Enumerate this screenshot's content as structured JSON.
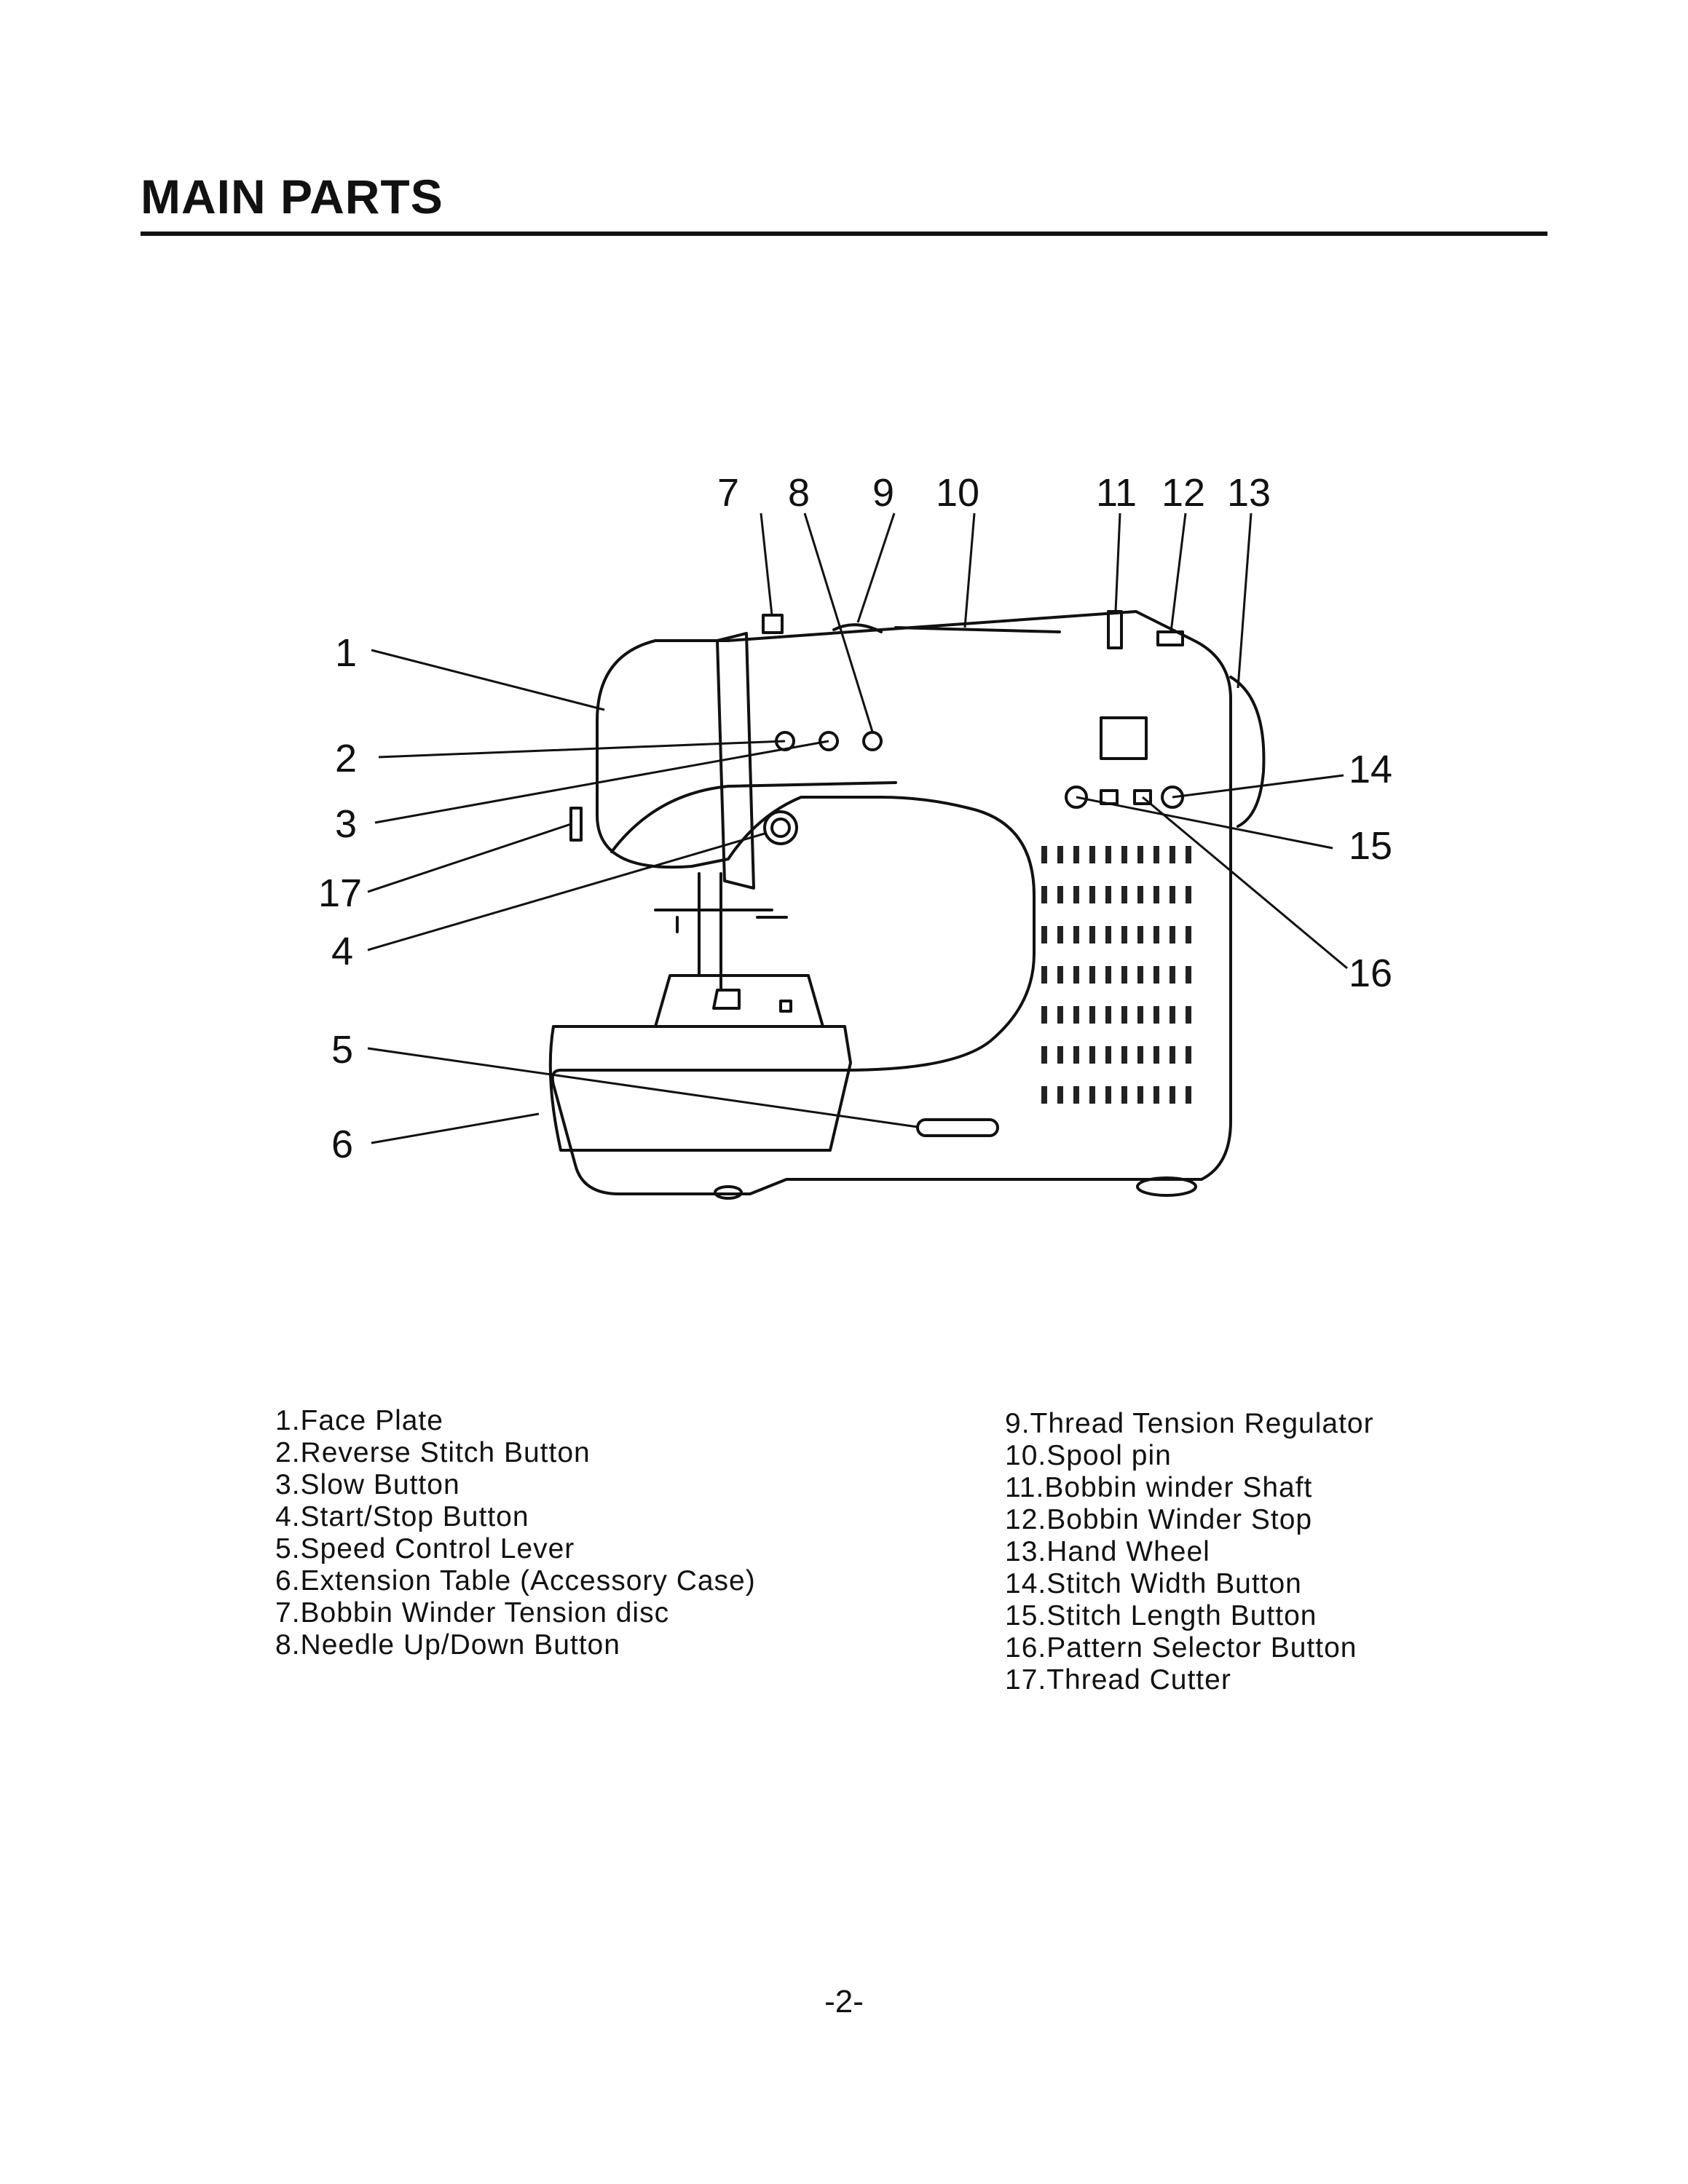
{
  "header": {
    "title": "MAIN PARTS"
  },
  "callouts": [
    "1",
    "2",
    "3",
    "4",
    "5",
    "6",
    "7",
    "8",
    "9",
    "10",
    "11",
    "12",
    "13",
    "14",
    "15",
    "16",
    "17"
  ],
  "parts_left": [
    "1.Face Plate",
    "2.Reverse Stitch Button",
    "3.Slow Button",
    "4.Start/Stop Button",
    "5.Speed Control Lever",
    "6.Extension Table (Accessory Case)",
    "7.Bobbin Winder Tension disc",
    "8.Needle Up/Down Button"
  ],
  "parts_right": [
    "9.Thread Tension Regulator",
    "10.Spool pin",
    "11.Bobbin winder Shaft",
    "12.Bobbin Winder Stop",
    "13.Hand Wheel",
    "14.Stitch Width Button",
    "15.Stitch Length Button",
    "16.Pattern Selector Button",
    "17.Thread Cutter"
  ],
  "footer": {
    "page_number": "-2-"
  }
}
